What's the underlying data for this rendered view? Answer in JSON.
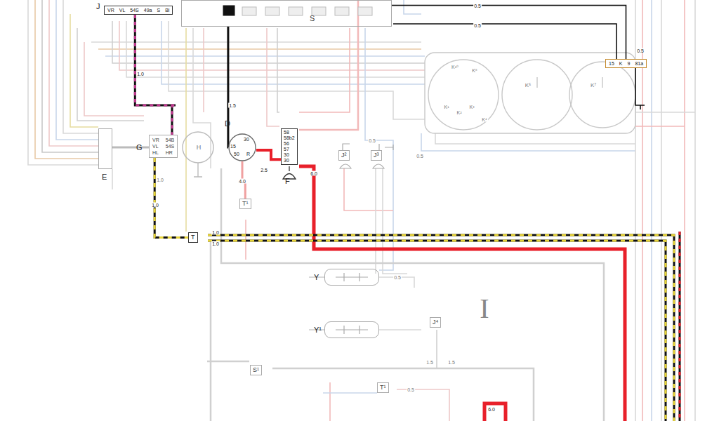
{
  "diagram": {
    "nodes": [
      {
        "text": [
          "J",
          "VR",
          "VL",
          "54S",
          "49a",
          "S",
          "Bl"
        ]
      },
      {
        "text": [
          "S"
        ]
      },
      {
        "text": [
          "D",
          "15",
          "30",
          "50",
          "R"
        ]
      },
      {
        "text": [
          "F",
          "58",
          "58b2",
          "56",
          "57",
          "30",
          "30"
        ]
      },
      {
        "text": [
          "G",
          "VR",
          "54B",
          "VL",
          "54S",
          "HL",
          "HR"
        ]
      },
      {
        "text": [
          "E"
        ]
      },
      {
        "text": [
          "T"
        ]
      },
      {
        "text": [
          "T¹"
        ]
      },
      {
        "text": [
          "J²"
        ]
      },
      {
        "text": [
          "J³"
        ]
      },
      {
        "text": [
          "15",
          "K",
          "9",
          "81a"
        ]
      },
      {
        "text": [
          "Y"
        ]
      },
      {
        "text": [
          "Y¹"
        ]
      },
      {
        "text": [
          "J⁴"
        ]
      },
      {
        "text": [
          "S¹"
        ]
      },
      {
        "text": [
          "T¹"
        ]
      }
    ],
    "edges": [
      {
        "from": 1,
        "to": 2,
        "arrow": "none",
        "label": "1.5"
      },
      {
        "from": 2,
        "to": 3,
        "arrow": "none",
        "label": "2.5"
      },
      {
        "from": 0,
        "to": 4,
        "arrow": "none",
        "label": "1.0"
      },
      {
        "from": 4,
        "to": 6,
        "arrow": "none",
        "label": "1.0"
      },
      {
        "from": 2,
        "to": 7,
        "arrow": "none",
        "label": "4.0"
      },
      {
        "from": 1,
        "to": 10,
        "arrow": "none",
        "label": "0.5"
      }
    ],
    "labels": [
      "0.5",
      "6.0",
      "1.0",
      "1.0",
      "1.0",
      "H",
      "K¹⁰",
      "K⁸",
      "K¹",
      "K²",
      "K³",
      "K⁴",
      "K⁵",
      "K⁷",
      "0.5",
      "0.5",
      "0.5",
      "0.5",
      "I",
      "1.5",
      "1.5",
      "0.5",
      "6.0"
    ]
  }
}
